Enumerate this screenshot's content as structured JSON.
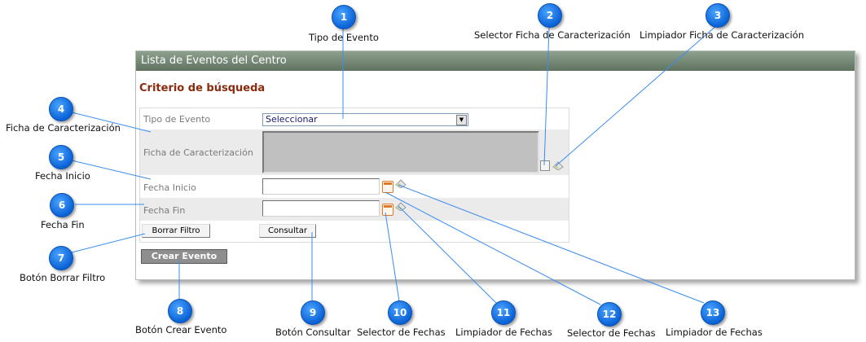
{
  "panel": {
    "title": "Lista de Eventos del Centro",
    "section_title": "Criterio de búsqueda"
  },
  "form": {
    "tipo_evento_label": "Tipo de Evento",
    "tipo_evento_value": "Seleccionar",
    "ficha_label": "Ficha de Caracterización",
    "fecha_inicio_label": "Fecha Inicio",
    "fecha_inicio_value": "",
    "fecha_fin_label": "Fecha Fin",
    "fecha_fin_value": "",
    "borrar_filtro_label": "Borrar Filtro",
    "consultar_label": "Consultar",
    "crear_evento_label": "Crear Evento"
  },
  "callouts": [
    {
      "n": "1",
      "label": "Tipo de Evento"
    },
    {
      "n": "2",
      "label": "Selector Ficha de Caracterización"
    },
    {
      "n": "3",
      "label": "Limpiador Ficha de Caracterización"
    },
    {
      "n": "4",
      "label": "Ficha de Caracterización"
    },
    {
      "n": "5",
      "label": "Fecha Inicio"
    },
    {
      "n": "6",
      "label": "Fecha Fin"
    },
    {
      "n": "7",
      "label": "Botón Borrar Filtro"
    },
    {
      "n": "8",
      "label": "Botón Crear Evento"
    },
    {
      "n": "9",
      "label": "Botón Consultar"
    },
    {
      "n": "10",
      "label": "Selector de Fechas"
    },
    {
      "n": "11",
      "label": "Limpiador de Fechas"
    },
    {
      "n": "12",
      "label": "Selector de Fechas"
    },
    {
      "n": "13",
      "label": "Limpiador de Fechas"
    }
  ],
  "colors": {
    "header": "#6f836f",
    "section_title": "#8a2b0e",
    "callout": "#1a7cf0",
    "leader_line": "#3a8cf0"
  }
}
